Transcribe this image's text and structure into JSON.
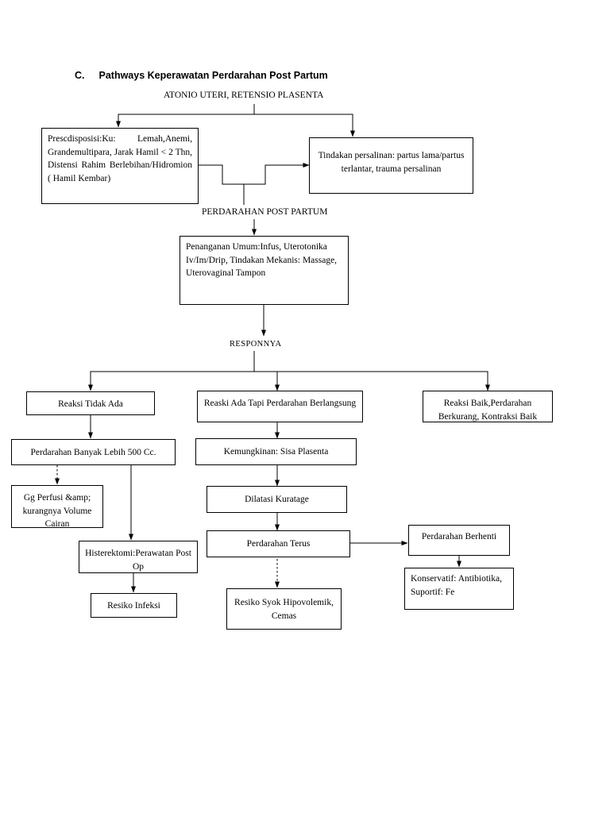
{
  "document": {
    "heading_letter": "C.",
    "heading_text": "Pathways Keperawatan Perdarahan Post Partum"
  },
  "labels": {
    "top_source": "ATONIO UTERI, RETENSIO PLASENTA",
    "middle_join": "PERDARAHAN POST PARTUM",
    "response": "RESPONNYA"
  },
  "nodes": {
    "predisposisi": "Prescdisposisi:Ku:  Lemah,Anemi, Grandemultipara, Jarak Hamil < 2 Thn,          Distensi          Rahim Berlebihan/Hidromion          ( Hamil Kembar)",
    "tindakan_persalinan": "Tindakan persalinan: partus lama/partus terlantar, trauma persalinan",
    "penanganan_umum": "Penanganan Umum:Infus, Uterotonika Iv/Im/Drip, Tindakan Mekanis: Massage, Uterovaginal Tampon",
    "reaksi_tidak_ada": "Reaksi Tidak Ada",
    "reaksi_ada_tapi": "Reaski Ada Tapi Perdarahan Berlangsung",
    "reaksi_baik": "Reaksi Baik,Perdarahan Berkurang, Kontraksi Baik",
    "perdarahan_banyak": "Perdarahan Banyak Lebih 500 Cc.",
    "kemungkinan_sisa": "Kemungkinan: Sisa Plasenta",
    "gg_perfusi": "Gg Perfusi &amp; kurangnya Volume Cairan",
    "dilatasi_kuratage": "Dilatasi Kuratage",
    "histerektomi": "Histerektomi:Perawatan Post Op",
    "perdarahan_terus": "Perdarahan Terus",
    "perdarahan_berhenti": "Perdarahan Berhenti",
    "resiko_infeksi": "Resiko Infeksi",
    "resiko_syok": "Resiko Syok Hipovolemik, Cemas",
    "konservatif": "Konservatif: Antibiotika, Suportif: Fe"
  },
  "style": {
    "line_color": "#000000",
    "text_color": "#000000",
    "background": "#ffffff"
  }
}
